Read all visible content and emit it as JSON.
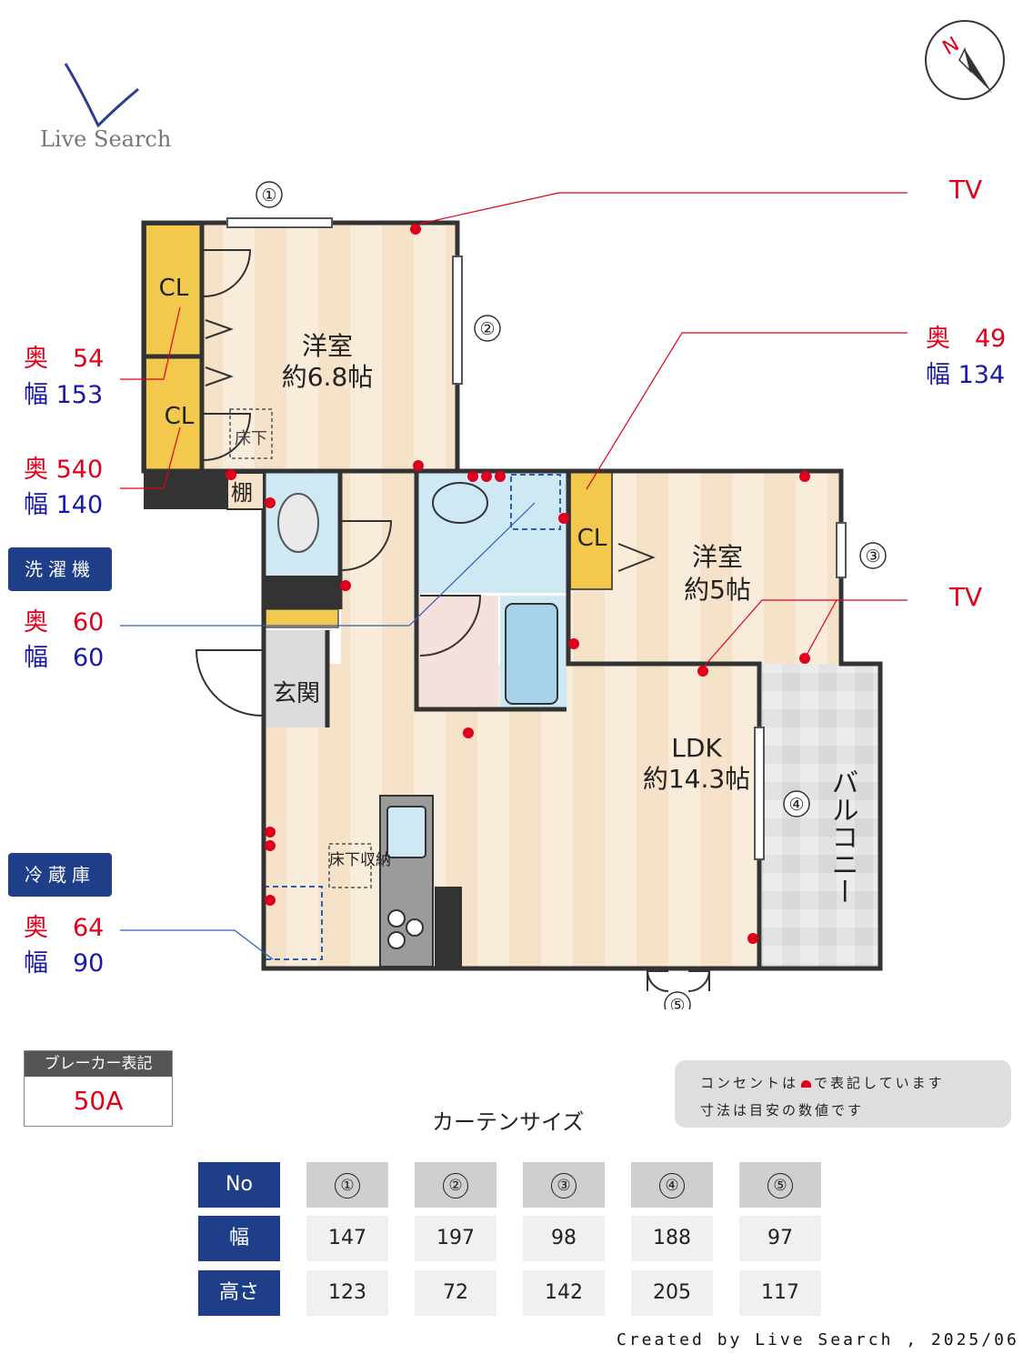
{
  "brand": {
    "name": "Live Search"
  },
  "plan": {
    "rooms": {
      "western1_name": "洋室",
      "western1_size": "約6.8帖",
      "western2_name": "洋室",
      "western2_size": "約5帖",
      "ldk_name": "LDK",
      "ldk_size": "約14.3帖",
      "entrance": "玄関",
      "balcony": "バルコニー",
      "closet": "CL",
      "shelf": "棚",
      "underfloor": "床下",
      "underfloor_storage": "床下収納"
    },
    "windows": [
      "①",
      "②",
      "③",
      "④",
      "⑤"
    ],
    "tv_label": "TV"
  },
  "callouts": {
    "closet1": {
      "depth": "奥　54",
      "width": "幅 153"
    },
    "closet2": {
      "depth": "奥 540",
      "width": "幅 140"
    },
    "closet3": {
      "depth": "奥　49",
      "width": "幅 134"
    },
    "washer": {
      "title": "洗濯機",
      "depth": "奥　60",
      "width": "幅　60"
    },
    "fridge": {
      "title": "冷蔵庫",
      "depth": "奥　64",
      "width": "幅　90"
    }
  },
  "breaker": {
    "label": "ブレーカー表記",
    "value": "50A"
  },
  "notes": {
    "outlet_prefix": "コンセントは",
    "outlet_suffix": "で表記しています",
    "dimension_note": "寸法は目安の数値です"
  },
  "curtain": {
    "title": "カーテンサイズ",
    "row_headers": [
      "No",
      "幅",
      "高さ"
    ],
    "numbers": [
      "①",
      "②",
      "③",
      "④",
      "⑤"
    ],
    "widths": [
      "147",
      "197",
      "98",
      "188",
      "97"
    ],
    "heights": [
      "123",
      "72",
      "142",
      "205",
      "117"
    ]
  },
  "footer": "Created by Live Search , 2025/06",
  "colors": {
    "outlet": "#e0001b",
    "accent_blue": "#1f3e8a",
    "label_blue": "#1a1aa8",
    "label_red": "#e0001b",
    "closet": "#f2c94c",
    "wet_area": "#cfe9f4"
  }
}
